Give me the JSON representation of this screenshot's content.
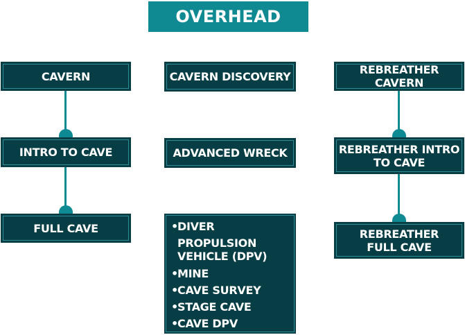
{
  "diagram": {
    "title": "OVERHEAD",
    "left_column": {
      "cavern": "CAVERN",
      "intro_to_cave": "INTRO TO CAVE",
      "full_cave": "FULL CAVE"
    },
    "middle_column": {
      "cavern_discovery": "CAVERN DISCOVERY",
      "advanced_wreck": "ADVANCED WRECK",
      "specialties": [
        {
          "line1": "DIVER PROPULSION",
          "line2": "VEHICLE (DPV)"
        },
        {
          "line1": "MINE"
        },
        {
          "line1": "CAVE SURVEY"
        },
        {
          "line1": "STAGE CAVE"
        },
        {
          "line1": "CAVE DPV"
        }
      ],
      "bullet": "•"
    },
    "right_column": {
      "rebreather_cavern": "REBREATHER CAVERN",
      "rebreather_intro_to_cave": "REBREATHER INTRO\nTO CAVE",
      "rebreather_full_cave": "REBREATHER\nFULL CAVE"
    },
    "colors": {
      "box_fill": "#073e45",
      "box_inner_border": "#2f8e95",
      "accent_teal": "#0f8a92",
      "text": "#ffffff"
    }
  }
}
